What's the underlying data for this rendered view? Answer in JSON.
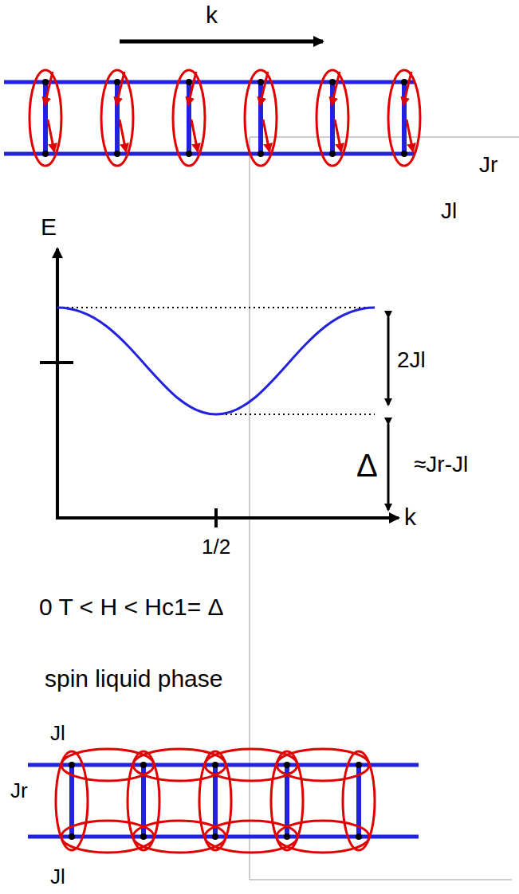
{
  "diagram": {
    "labels": [
      "k",
      "Jr",
      "Jl",
      "E",
      "2Jl",
      "Δ",
      "≈Jr-Jl",
      "k",
      "1/2",
      "0 T < H < Hc1= Δ",
      "spin liquid phase",
      "Jl",
      "Jr",
      "Jl"
    ]
  }
}
